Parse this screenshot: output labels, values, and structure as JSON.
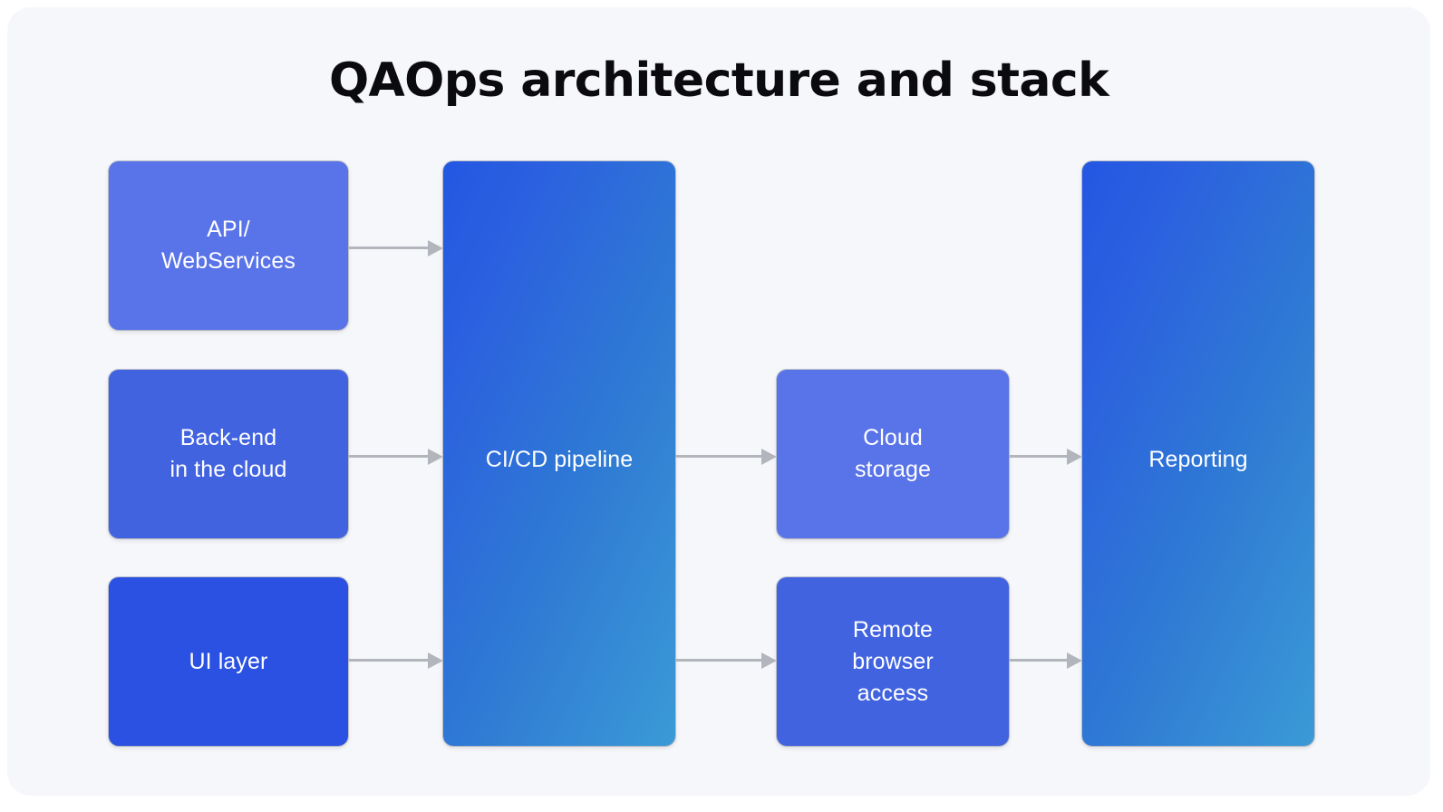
{
  "page": {
    "background": "#ffffff",
    "card_background": "#f6f7fa",
    "title": "QAOps architecture and stack",
    "title_color": "#0b0b0f"
  },
  "palette": {
    "periwinkle": "#5973e8",
    "blue": "#4163e0",
    "royal": "#2a51e2",
    "gradient_start": "#2357e2",
    "gradient_end": "#3b9ad6",
    "arrow": "#b2b6bc",
    "node_text": "#ffffff"
  },
  "nodes": {
    "api_webservices": {
      "label": "API/\nWebServices",
      "color": "#5973e8",
      "column": "inputs"
    },
    "backend_cloud": {
      "label": "Back-end\nin the cloud",
      "color": "#4163e0",
      "column": "inputs"
    },
    "ui_layer": {
      "label": "UI layer",
      "color": "#2a51e2",
      "column": "inputs"
    },
    "cicd_pipeline": {
      "label": "CI/CD pipeline",
      "color": "gradient",
      "column": "pipeline"
    },
    "cloud_storage": {
      "label": "Cloud\nstorage",
      "color": "#5973e8",
      "column": "outputs"
    },
    "remote_browser_access": {
      "label": "Remote\nbrowser\naccess",
      "color": "#4163e0",
      "column": "outputs"
    },
    "reporting": {
      "label": "Reporting",
      "color": "gradient",
      "column": "reporting"
    }
  },
  "connections": [
    {
      "id": "api-to-pipeline",
      "from": "api_webservices",
      "to": "cicd_pipeline"
    },
    {
      "id": "backend-to-pipeline",
      "from": "backend_cloud",
      "to": "cicd_pipeline"
    },
    {
      "id": "uilayer-to-pipeline",
      "from": "ui_layer",
      "to": "cicd_pipeline"
    },
    {
      "id": "pipeline-to-storage",
      "from": "cicd_pipeline",
      "to": "cloud_storage"
    },
    {
      "id": "pipeline-to-remote",
      "from": "cicd_pipeline",
      "to": "remote_browser_access"
    },
    {
      "id": "storage-to-reporting",
      "from": "cloud_storage",
      "to": "reporting"
    },
    {
      "id": "remote-to-reporting",
      "from": "remote_browser_access",
      "to": "reporting"
    }
  ],
  "diagram_data": {
    "type": "flow-diagram",
    "title": "QAOps architecture and stack",
    "direction": "left-to-right",
    "columns": [
      {
        "name": "inputs",
        "nodes": [
          "API/\nWebServices",
          "Back-end\nin the cloud",
          "UI layer"
        ]
      },
      {
        "name": "pipeline",
        "nodes": [
          "CI/CD pipeline"
        ]
      },
      {
        "name": "outputs",
        "nodes": [
          "Cloud\nstorage",
          "Remote\nbrowser\naccess"
        ]
      },
      {
        "name": "reporting",
        "nodes": [
          "Reporting"
        ]
      }
    ],
    "edge_count": 7
  }
}
